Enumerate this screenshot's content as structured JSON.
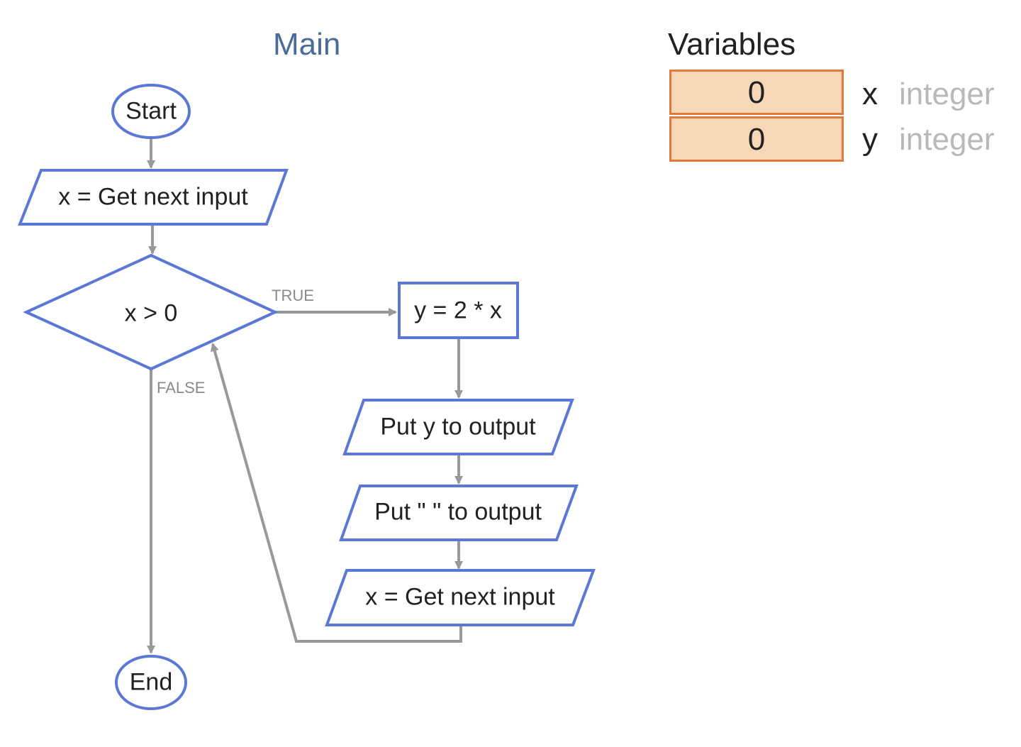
{
  "main": {
    "title": "Main"
  },
  "variables": {
    "title": "Variables",
    "items": [
      {
        "value": "0",
        "name": "x",
        "type": "integer"
      },
      {
        "value": "0",
        "name": "y",
        "type": "integer"
      }
    ]
  },
  "nodes": {
    "start": "Start",
    "input1": "x = Get next input",
    "decision": "x > 0",
    "assign": "y = 2 * x",
    "put_y": "Put y to output",
    "put_space": "Put \" \" to output",
    "input2": "x = Get next input",
    "end": "End"
  },
  "edges": {
    "true_label": "TRUE",
    "false_label": "FALSE"
  },
  "colors": {
    "node_stroke": "#5b78d6",
    "edge": "#999999",
    "variable_fill": "#f6d7b8",
    "variable_stroke": "#e07a3a"
  }
}
